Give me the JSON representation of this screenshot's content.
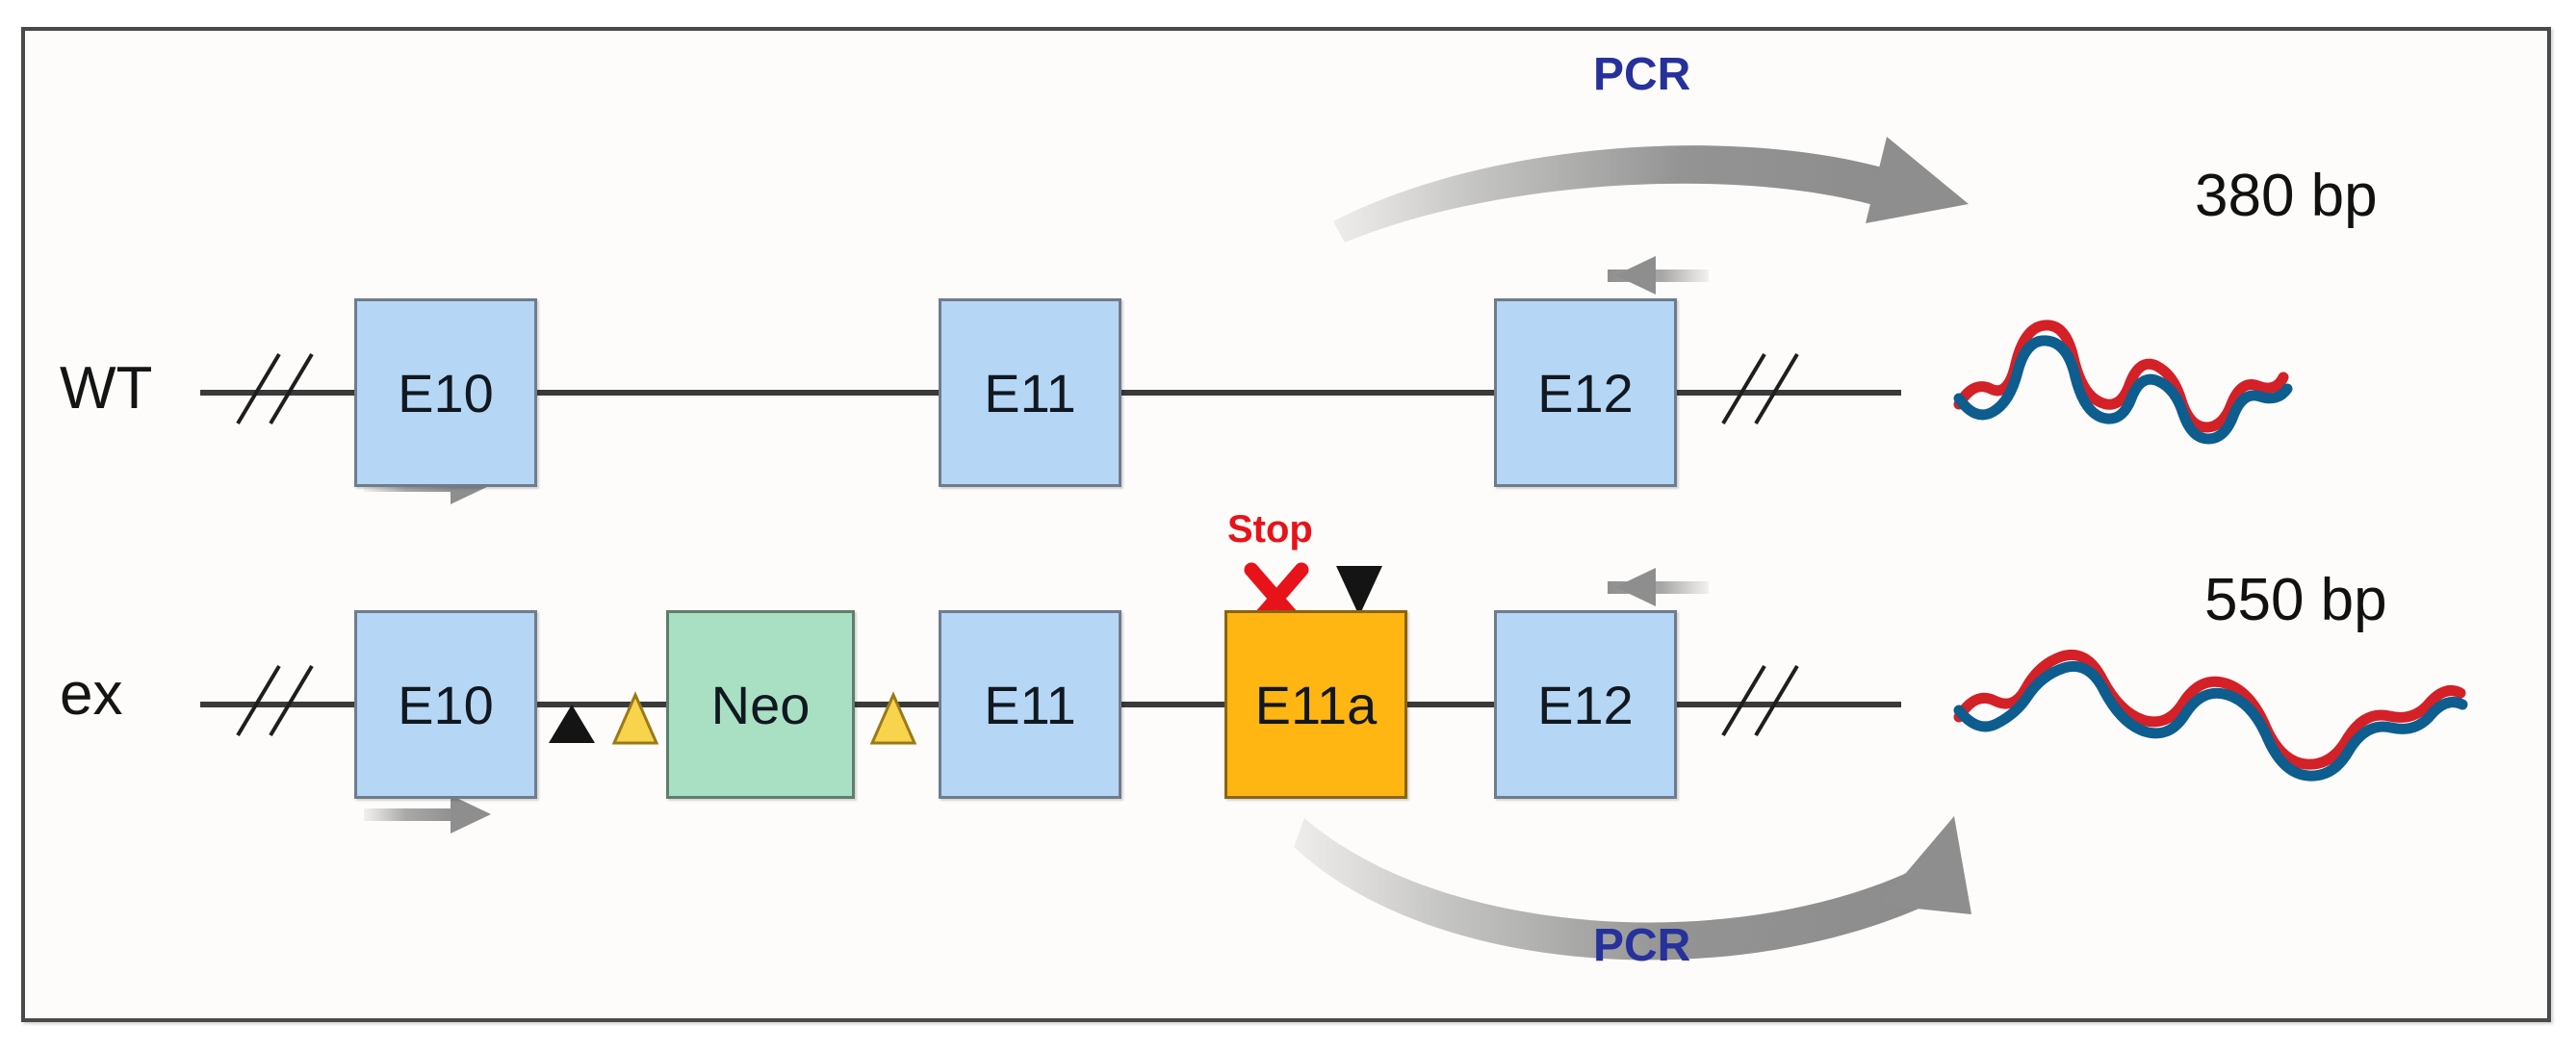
{
  "figure": {
    "background_color": "#fdfcfa",
    "frame_color": "#4a4a4a",
    "title": ""
  },
  "rows": [
    {
      "id": "wt",
      "label": "WT",
      "product_label": "380 bp",
      "pcr_label": "PCR",
      "elements": [
        {
          "name": "E10",
          "type": "exon",
          "color": "#b6d6f5"
        },
        {
          "name": "E11",
          "type": "exon",
          "color": "#b6d6f5"
        },
        {
          "name": "E12",
          "type": "exon",
          "color": "#b6d6f5"
        }
      ]
    },
    {
      "id": "ex",
      "label": "ex",
      "product_label": "550 bp",
      "pcr_label": "PCR",
      "stop_label": "Stop",
      "stop_mark": "X",
      "elements": [
        {
          "name": "E10",
          "type": "exon",
          "color": "#b6d6f5"
        },
        {
          "name": "Neo",
          "type": "cassette",
          "color": "#a9e0c4"
        },
        {
          "name": "E11",
          "type": "exon",
          "color": "#b6d6f5"
        },
        {
          "name": "E11a",
          "type": "alt-exon",
          "color": "#ffb512"
        },
        {
          "name": "E12",
          "type": "exon",
          "color": "#b6d6f5"
        }
      ]
    }
  ],
  "colors": {
    "exon_fill": "#b6d6f5",
    "exon_stroke": "#6f7c8c",
    "neo_fill": "#a9e0c4",
    "alt_exon_fill": "#ffb512",
    "alt_exon_stroke": "#8a6508",
    "pcr_text": "#26319b",
    "stop_text": "#e8131a",
    "primer_arrow": "#8c8c8c",
    "pcr_arc": "#949494",
    "dna_strand_red": "#d42027",
    "dna_strand_blue": "#0d5d8f",
    "loxp_triangle": "#f7d44c",
    "frt_triangle": "#1a1a1a",
    "backbone_line": "#3a3a3a"
  },
  "legend_markers": {
    "black_triangle": "frt-site",
    "yellow_triangle": "loxp-site",
    "gray_arrow_right": "forward-primer",
    "gray_arrow_left": "reverse-primer",
    "red_x": "stop-codon"
  }
}
